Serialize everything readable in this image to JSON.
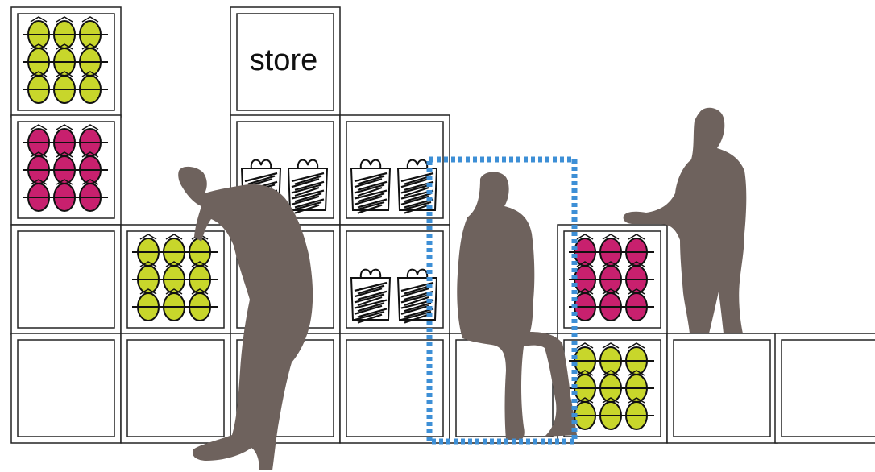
{
  "diagram": {
    "store_label": "store",
    "colors": {
      "cube_stroke": "#222222",
      "lime_fruit": "#c8d62b",
      "magenta_fruit": "#c8206e",
      "figure": "#6e625d",
      "highlight": "#3d8fd6",
      "scribble": "#111111"
    },
    "cubes": [
      {
        "row": 0,
        "col": 0,
        "content": "lime-fruit-crate"
      },
      {
        "row": 0,
        "col": 2,
        "content": "store-label"
      },
      {
        "row": 1,
        "col": 0,
        "content": "magenta-fruit-crate"
      },
      {
        "row": 1,
        "col": 2,
        "content": "gift-bags"
      },
      {
        "row": 1,
        "col": 3,
        "content": "gift-bags"
      },
      {
        "row": 2,
        "col": 0,
        "content": "empty"
      },
      {
        "row": 2,
        "col": 1,
        "content": "lime-fruit-crate"
      },
      {
        "row": 2,
        "col": 2,
        "content": "empty"
      },
      {
        "row": 2,
        "col": 3,
        "content": "gift-bags"
      },
      {
        "row": 2,
        "col": 5,
        "content": "magenta-fruit-crate"
      },
      {
        "row": 3,
        "col": 0,
        "content": "empty"
      },
      {
        "row": 3,
        "col": 1,
        "content": "empty"
      },
      {
        "row": 3,
        "col": 2,
        "content": "empty"
      },
      {
        "row": 3,
        "col": 3,
        "content": "empty"
      },
      {
        "row": 3,
        "col": 4,
        "content": "empty"
      },
      {
        "row": 3,
        "col": 5,
        "content": "lime-fruit-crate"
      },
      {
        "row": 3,
        "col": 6,
        "content": "empty"
      },
      {
        "row": 3,
        "col": 7,
        "content": "empty"
      }
    ],
    "figures": [
      "leaning-person",
      "seated-person",
      "standing-person"
    ],
    "highlight": "seat-zone"
  }
}
